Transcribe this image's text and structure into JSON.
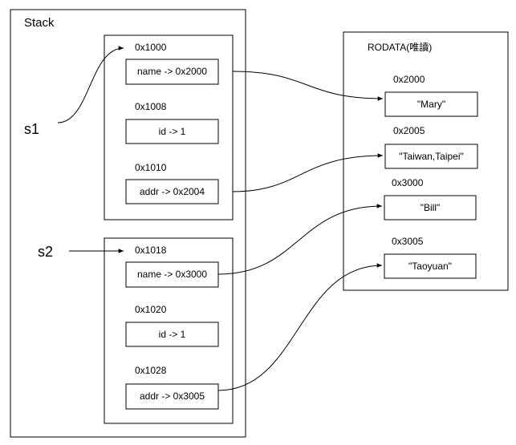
{
  "stack": {
    "title": "Stack",
    "s1": {
      "label": "s1",
      "fields": [
        {
          "address": "0x1000",
          "content": "name -> 0x2000"
        },
        {
          "address": "0x1008",
          "content": "id -> 1"
        },
        {
          "address": "0x1010",
          "content": "addr -> 0x2004"
        }
      ]
    },
    "s2": {
      "label": "s2",
      "fields": [
        {
          "address": "0x1018",
          "content": "name -> 0x3000"
        },
        {
          "address": "0x1020",
          "content": "id -> 1"
        },
        {
          "address": "0x1028",
          "content": "addr -> 0x3005"
        }
      ]
    }
  },
  "rodata": {
    "title": "RODATA(唯讀)",
    "entries": [
      {
        "address": "0x2000",
        "value": "\"Mary\""
      },
      {
        "address": "0x2005",
        "value": "\"Taiwan,Taipei\""
      },
      {
        "address": "0x3000",
        "value": "\"Bill\""
      },
      {
        "address": "0x3005",
        "value": "\"Taoyuan\""
      }
    ]
  }
}
